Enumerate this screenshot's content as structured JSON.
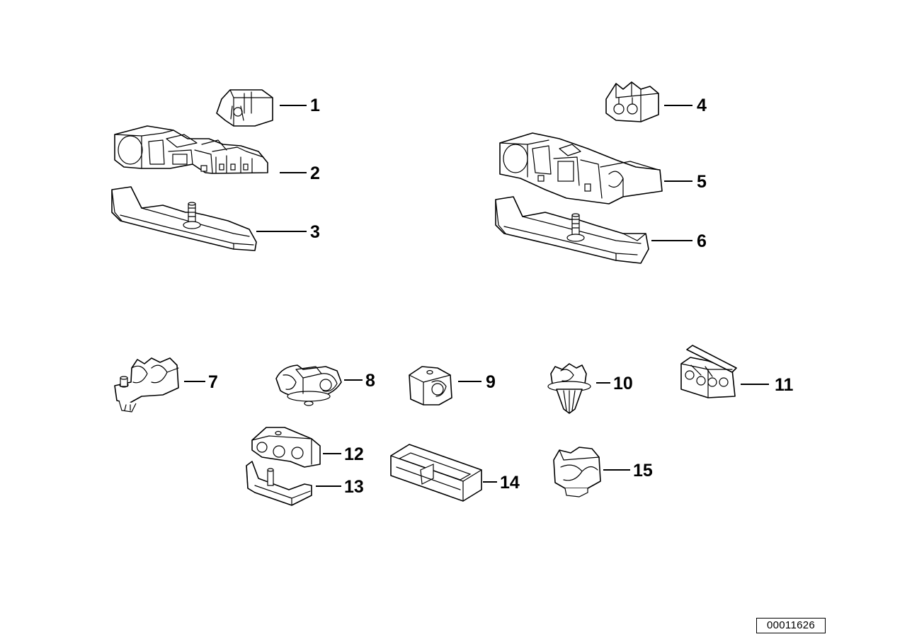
{
  "diagram": {
    "callouts": [
      {
        "number": "1",
        "part": "clip-single"
      },
      {
        "number": "2",
        "part": "clip-holder-large"
      },
      {
        "number": "3",
        "part": "base-rail-stud"
      },
      {
        "number": "4",
        "part": "clip-double"
      },
      {
        "number": "5",
        "part": "clip-holder-large-alt"
      },
      {
        "number": "6",
        "part": "base-rail-stud-alt"
      },
      {
        "number": "7",
        "part": "clip-with-pin"
      },
      {
        "number": "8",
        "part": "clip-round-base"
      },
      {
        "number": "9",
        "part": "clip-small-block"
      },
      {
        "number": "10",
        "part": "expanding-rivet-clip"
      },
      {
        "number": "11",
        "part": "clip-triple-with-flap"
      },
      {
        "number": "12",
        "part": "clip-triple"
      },
      {
        "number": "13",
        "part": "bracket-with-stud"
      },
      {
        "number": "14",
        "part": "sleeve-rectangular"
      },
      {
        "number": "15",
        "part": "clip-snap-in"
      }
    ],
    "document_id": "00011626"
  }
}
